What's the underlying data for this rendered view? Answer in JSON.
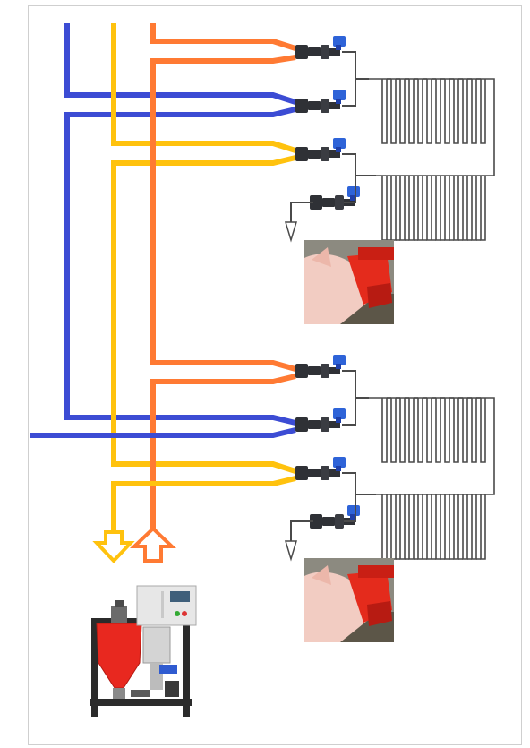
{
  "colors": {
    "blue_pipe": "#3c4cd4",
    "yellow_pipe": "#ffc20e",
    "orange_pipe": "#ff7a33",
    "valve_body": "#2f3136",
    "valve_handle": "#2e63d8",
    "radiator": "#4a4a4a",
    "hopper_red": "#e8281f",
    "frame_dark": "#2b2b2b",
    "panel_gray": "#e7e7e7"
  },
  "icons": {
    "down_arrow": "down-arrow-icon",
    "up_arrow": "up-arrow-icon",
    "drain_arrow": "drain-arrow-icon",
    "valve": "valve-icon"
  },
  "photos": [
    "piglet-feeder-photo",
    "piglet-feeder-photo"
  ],
  "machine": "liquid-feeding-mixer-unit"
}
